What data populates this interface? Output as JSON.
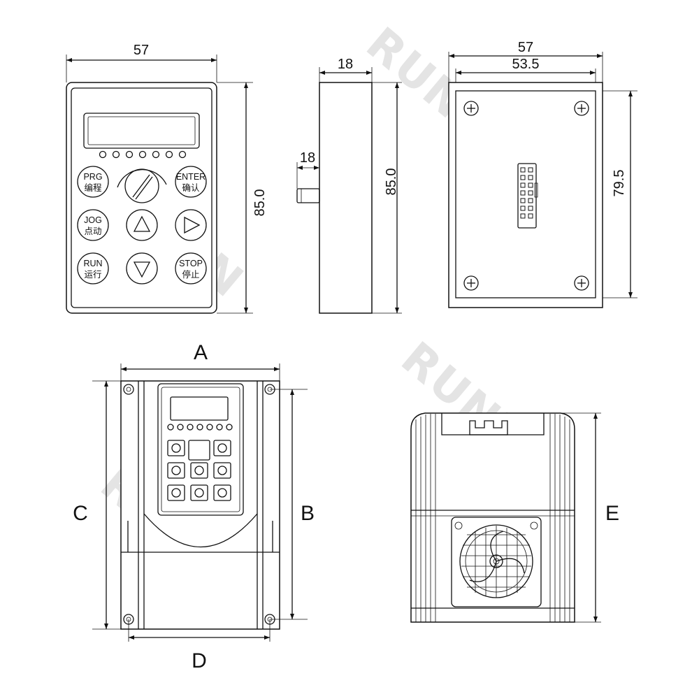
{
  "watermark": "RUNXIN",
  "keypad_view": {
    "width_label": "57",
    "height_label": "85.0",
    "buttons": {
      "prg": {
        "line1": "PRG",
        "line2": "编程"
      },
      "enter": {
        "line1": "ENTER",
        "line2": "确认"
      },
      "jog": {
        "line1": "JOG",
        "line2": "点动"
      },
      "run": {
        "line1": "RUN",
        "line2": "运行"
      },
      "stop": {
        "line1": "STOP",
        "line2": "停止"
      }
    }
  },
  "side_view": {
    "width_label": "18",
    "pin_label": "18",
    "height_label": "85.0"
  },
  "back_view": {
    "outer_width_label": "57",
    "inner_width_label": "53.5",
    "height_label": "79.5"
  },
  "inverter_front": {
    "label_top": "A",
    "label_right": "B",
    "label_left": "C",
    "label_bottom": "D"
  },
  "inverter_side": {
    "label_right": "E"
  }
}
